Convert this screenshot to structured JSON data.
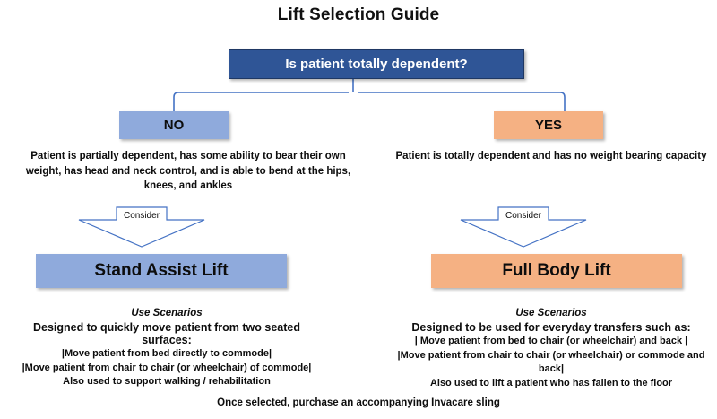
{
  "title": "Lift Selection Guide",
  "colors": {
    "root_box": "#2F5596",
    "no_box": "#8FAADC",
    "yes_box": "#F5B183",
    "stand_assist_box": "#8FAADC",
    "full_body_box": "#F5B183",
    "connector_line": "#4472C4",
    "background": "#FFFFFF",
    "text": "#0D0D0D"
  },
  "root": {
    "question": "Is patient totally dependent?"
  },
  "branches": {
    "left": {
      "answer_label": "NO",
      "description": "Patient is partially dependent, has some ability to bear their own weight, has head and neck control, and is able to bend at the hips, knees, and ankles",
      "connector_label": "Consider",
      "result": "Stand Assist Lift",
      "scenarios_heading": "Use Scenarios",
      "scenarios_lead": "Designed to quickly move patient from two seated surfaces:",
      "scenarios_items": [
        "|Move patient from bed directly to commode|",
        "|Move patient from chair to chair (or wheelchair) of commode|",
        "Also used to support walking / rehabilitation"
      ]
    },
    "right": {
      "answer_label": "YES",
      "description": "Patient is totally dependent and has no weight bearing capacity",
      "connector_label": "Consider",
      "result": "Full Body Lift",
      "scenarios_heading": "Use Scenarios",
      "scenarios_lead": "Designed to be used for everyday transfers such as:",
      "scenarios_items": [
        "| Move patient from bed to chair (or wheelchair) and back |",
        "|Move patient from chair to chair (or wheelchair) or commode and back|",
        "Also used to lift a patient who has fallen to the floor"
      ]
    }
  },
  "footer": {
    "note": "Once selected, purchase an accompanying Invacare sling"
  }
}
